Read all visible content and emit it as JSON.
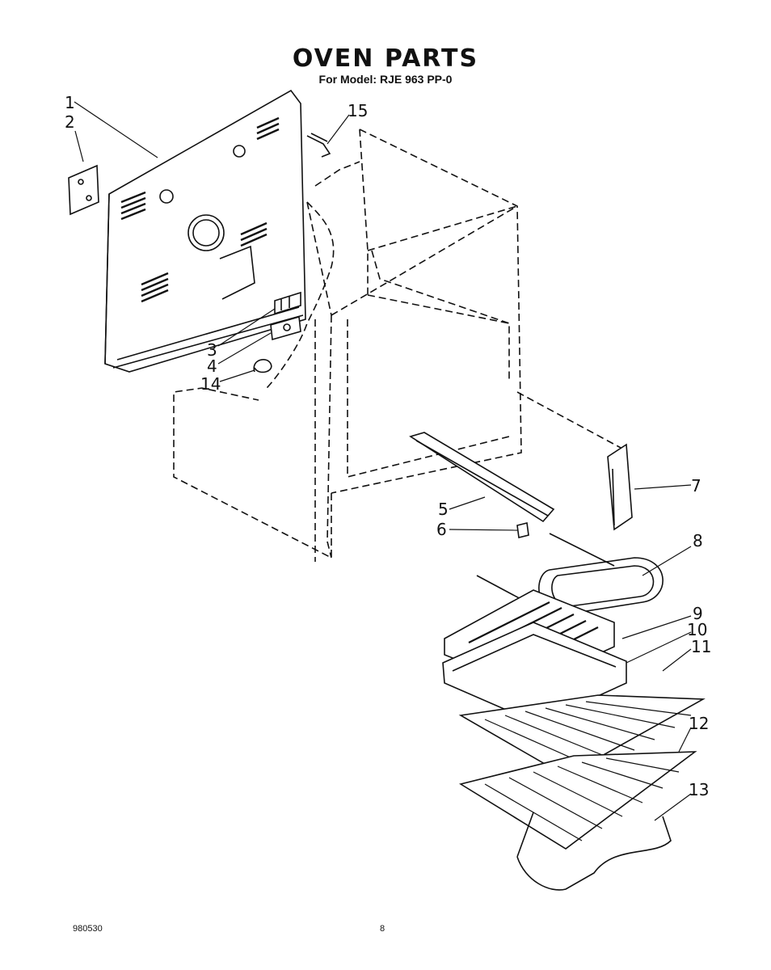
{
  "header": {
    "title": "OVEN PARTS",
    "subtitle": "For Model: RJE 963 PP-0"
  },
  "callouts": [
    "1",
    "2",
    "3",
    "4",
    "14",
    "15",
    "5",
    "6",
    "7",
    "8",
    "9",
    "10",
    "11",
    "12",
    "13"
  ],
  "footer": {
    "doc_number": "980530",
    "page_number": "8"
  }
}
